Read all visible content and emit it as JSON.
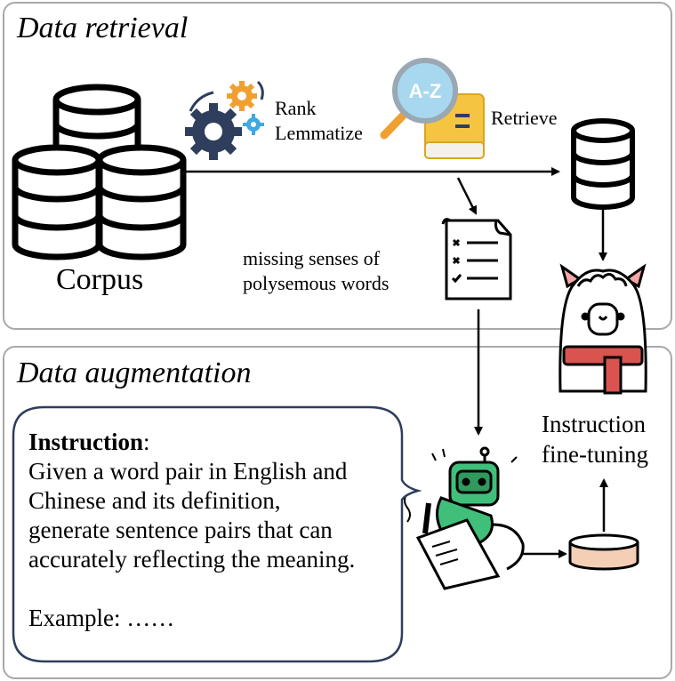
{
  "panels": {
    "retrieval_title": "Data retrieval",
    "augmentation_title": "Data augmentation"
  },
  "labels": {
    "corpus": "Corpus",
    "rank": "Rank",
    "lemmatize": "Lemmatize",
    "retrieve": "Retrieve",
    "missing_line1": "missing senses of",
    "missing_line2": "polysemous words",
    "finetune_line1": "Instruction",
    "finetune_line2": "fine-tuning"
  },
  "bubble": {
    "heading": "Instruction",
    "heading_suffix": ":",
    "lines": [
      "Given a word pair in English and",
      "Chinese and its definition,",
      "generate sentence pairs that can",
      "accurately reflecting the meaning."
    ],
    "example": "Example: ……"
  },
  "icons": {
    "dictionary_badge": "A-Z"
  },
  "colors": {
    "panel_border": "#a9a9a9",
    "gear_dark": "#2f3e5c",
    "gear_orange": "#f0a030",
    "gear_blue": "#3fa9e0",
    "book_yellow": "#f5c542",
    "magnifier_blue": "#a8d8f0",
    "robot_green": "#3fbf7a",
    "scarf_red": "#d9534f",
    "dataset_peach": "#f5cfb5"
  }
}
